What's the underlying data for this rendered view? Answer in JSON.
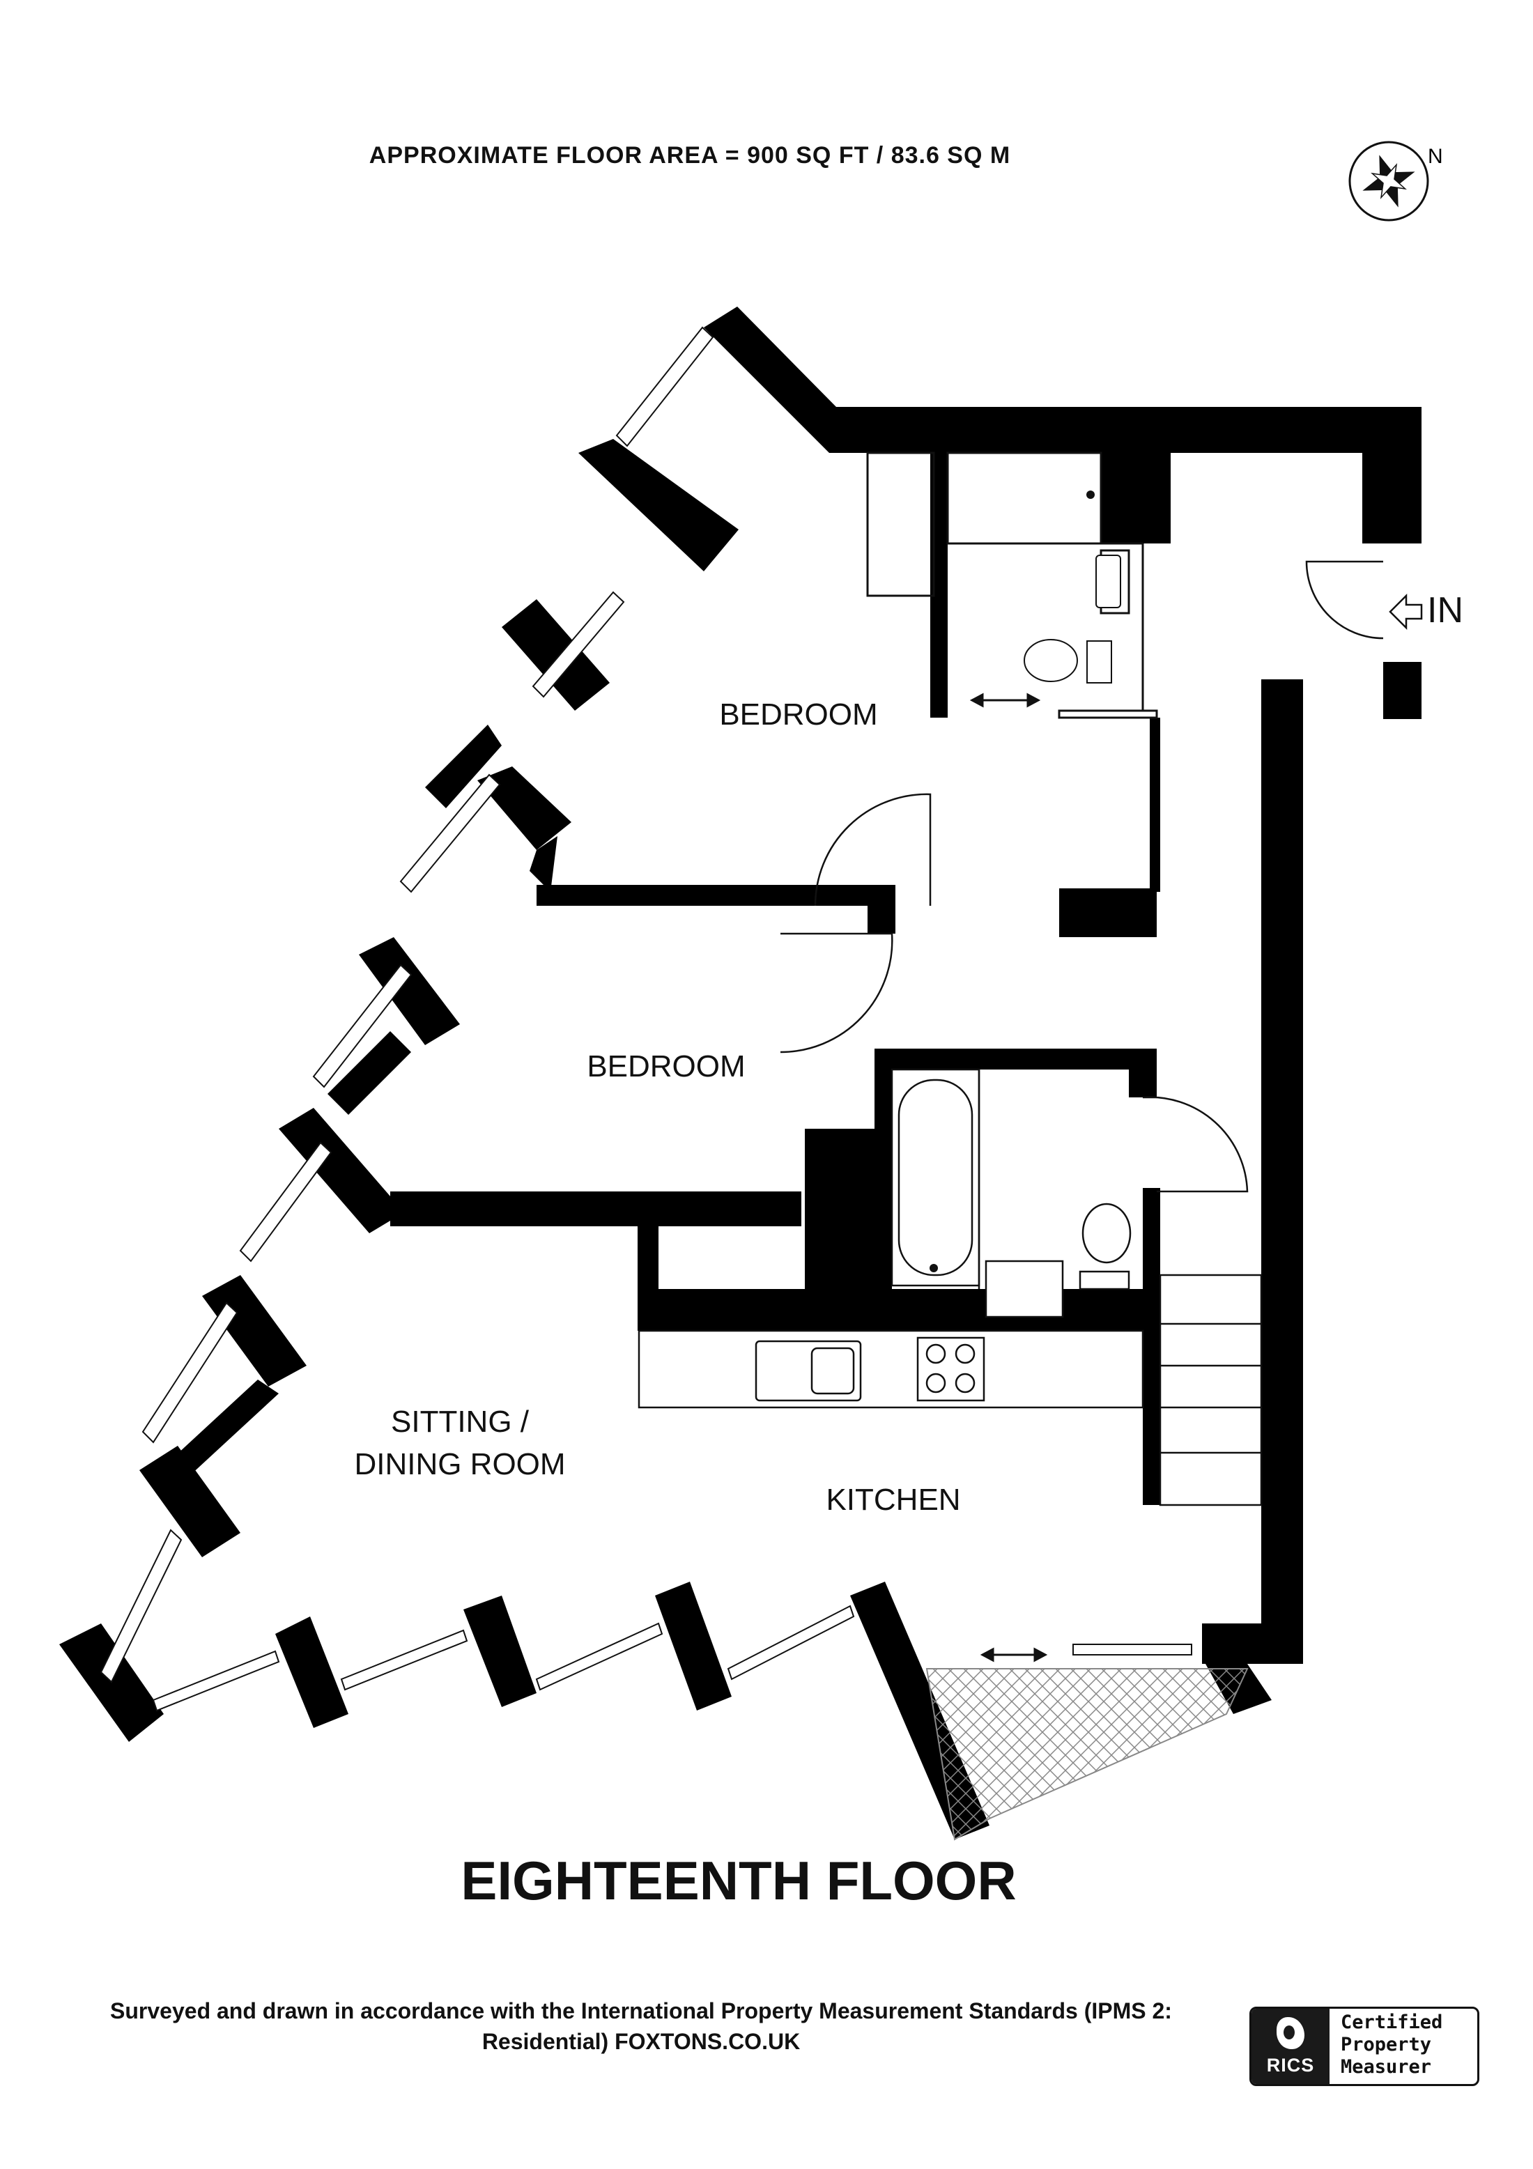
{
  "header": {
    "floor_area": "APPROXIMATE FLOOR AREA = 900 SQ FT / 83.6 SQ M"
  },
  "compass": {
    "label": "N"
  },
  "entrance": {
    "label": "IN"
  },
  "rooms": {
    "bedroom_1": "BEDROOM",
    "bedroom_2": "BEDROOM",
    "sitting_line1": "SITTING /",
    "sitting_line2": "DINING ROOM",
    "kitchen": "KITCHEN"
  },
  "floor_title": "EIGHTEENTH FLOOR",
  "footer": {
    "line1": "Surveyed and drawn in accordance with the International Property Measurement Standards (IPMS 2:",
    "line2": "Residential) FOXTONS.CO.UK"
  },
  "badge": {
    "org": "RICS",
    "line1": "Certified",
    "line2": "Property",
    "line3": "Measurer"
  }
}
